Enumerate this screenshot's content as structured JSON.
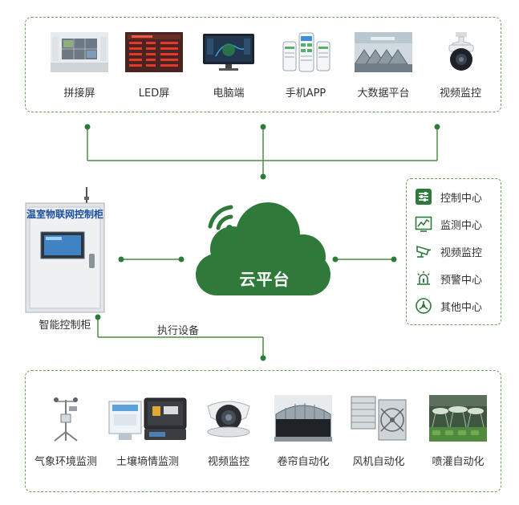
{
  "top_devices": [
    {
      "label": "拼接屏",
      "icon": "video-wall-icon"
    },
    {
      "label": "LED屏",
      "icon": "led-screen-icon"
    },
    {
      "label": "电脑端",
      "icon": "computer-monitor-icon"
    },
    {
      "label": "手机APP",
      "icon": "mobile-app-icon"
    },
    {
      "label": "大数据平台",
      "icon": "big-data-greenhouse-icon"
    },
    {
      "label": "视频监控",
      "icon": "dome-camera-icon"
    }
  ],
  "cloud": {
    "label": "云平台"
  },
  "cabinet": {
    "title": "温室物联网控制柜",
    "caption": "智能控制柜"
  },
  "execution_label": "执行设备",
  "side_centers": [
    {
      "label": "控制中心",
      "icon": "sliders-icon"
    },
    {
      "label": "监测中心",
      "icon": "line-chart-icon"
    },
    {
      "label": "视频监控",
      "icon": "camera-icon"
    },
    {
      "label": "预警中心",
      "icon": "alarm-icon"
    },
    {
      "label": "其他中心",
      "icon": "network-icon"
    }
  ],
  "bottom_devices": [
    {
      "label": "气象环境监测",
      "icon": "weather-station-icon"
    },
    {
      "label": "土壤墒情监测",
      "icon": "soil-sensor-icon"
    },
    {
      "label": "视频监控",
      "icon": "dome-camera-icon"
    },
    {
      "label": "卷帘自动化",
      "icon": "roller-shutter-icon"
    },
    {
      "label": "风机自动化",
      "icon": "exhaust-fan-icon"
    },
    {
      "label": "喷灌自动化",
      "icon": "sprinkler-icon"
    }
  ],
  "colors": {
    "accent": "#2f7a3b",
    "line": "#4e8c45",
    "dashed_border": "#6a9e5e",
    "cabinet_title": "#1d4f9c"
  }
}
